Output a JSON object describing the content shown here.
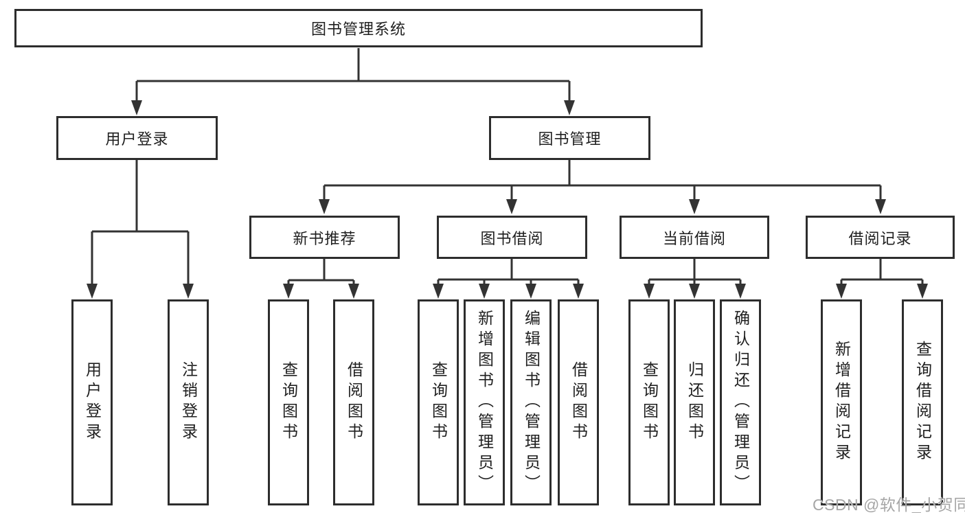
{
  "diagram": {
    "root": {
      "label": "图书管理系统"
    },
    "branches": [
      {
        "label": "用户登录",
        "children": [
          {
            "label": "用户登录"
          },
          {
            "label": "注销登录"
          }
        ]
      },
      {
        "label": "图书管理",
        "children": [
          {
            "label": "新书推荐",
            "children": [
              {
                "label": "查询图书"
              },
              {
                "label": "借阅图书"
              }
            ]
          },
          {
            "label": "图书借阅",
            "children": [
              {
                "label": "查询图书"
              },
              {
                "label": "新增图书（管理员）"
              },
              {
                "label": "编辑图书（管理员）"
              },
              {
                "label": "借阅图书"
              }
            ]
          },
          {
            "label": "当前借阅",
            "children": [
              {
                "label": "查询图书"
              },
              {
                "label": "归还图书"
              },
              {
                "label": "确认归还（管理员）"
              }
            ]
          },
          {
            "label": "借阅记录",
            "children": [
              {
                "label": "新增借阅记录"
              },
              {
                "label": "查询借阅记录"
              }
            ]
          }
        ]
      }
    ]
  },
  "watermark": {
    "text": "CSDN @软件_小贺同学"
  },
  "colors": {
    "line": "#333333",
    "border": "#2d2d2d",
    "text": "#1f1f1f",
    "watermark": "#a6a6a6"
  }
}
